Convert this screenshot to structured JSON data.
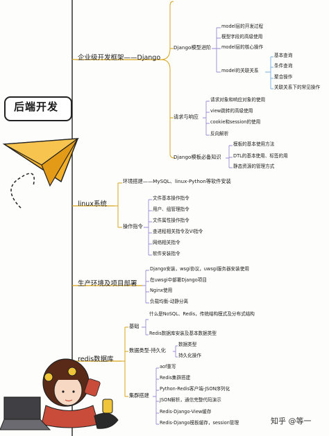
{
  "root": "后端开发",
  "watermark": "知乎 @等一",
  "branches": {
    "django": {
      "label": "企业级开发框架——Django",
      "model": {
        "label": "Django模型进阶",
        "items": [
          "model层的开发过程",
          "模型字段的高级使用",
          "model层的核心操作"
        ],
        "relations": {
          "label": "model的关联关系",
          "items": [
            "基本查询",
            "条件查询",
            "聚合操作",
            "关联关系下的常见操作"
          ]
        }
      },
      "request": {
        "label": "请求与响应",
        "items": [
          "请求对象和响应对象的使用",
          "view跳转的高级使用",
          "cookie和session的使用",
          "反向解析"
        ]
      },
      "template": {
        "label": "Django模板必备知识",
        "items": [
          "模板的基本使用方法",
          "DTL的基本使用、标签的用",
          "静态资源的管理方式"
        ]
      }
    },
    "linux": {
      "label": "linux系统",
      "env": "环境搭建——MySQL、linux-Python等软件安装",
      "ops": {
        "label": "操作指令",
        "items": [
          "文件基本操作指令",
          "用户、组管理指令",
          "文件属性操作指令",
          "查进程相关指令及VI指令",
          "网络相关指令",
          "软件安装指令"
        ]
      }
    },
    "deploy": {
      "label": "生产环境及项目部署",
      "items": [
        "Django安装，wsgi协议，uwsgi服务器安装使用",
        "在uwsgi中部署Django项目",
        "Nginx使用",
        "负载均衡-动静分离"
      ]
    },
    "redis": {
      "label": "redis数据库",
      "basic": {
        "label": "基础",
        "items": [
          "什么是NoSQL、Redis，传统结构模式及分布式结构",
          "Redis数据库安装及基本数据类型"
        ]
      },
      "persist": {
        "label": "数据类型-持久化",
        "items": [
          "数据类型",
          "持久化操作"
        ]
      },
      "cluster": {
        "label": "集群搭建",
        "items": [
          "aof重写",
          "Redis集群搭建",
          "Python-Redis客户端-JSON序列化",
          "JSON解析，通信完整代码演示",
          "Redis-Django-View缓存",
          "Redis-Django模板缓存，session管理"
        ]
      }
    }
  },
  "colors": {
    "branch": "#d9a317",
    "leaf": "#9a8ad6",
    "spine": "#222222",
    "leaf2": "#7bb0e0"
  }
}
